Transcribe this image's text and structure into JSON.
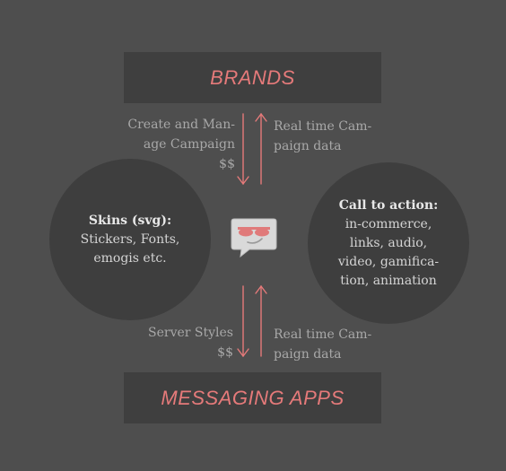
{
  "brands": {
    "label": "BRANDS"
  },
  "messaging_apps": {
    "label": "MESSAGING APPS"
  },
  "top_left": {
    "lines": [
      "Create and Man-",
      "age Campaign",
      "$$"
    ]
  },
  "top_right": {
    "lines": [
      "Real time Cam-",
      "paign data"
    ]
  },
  "bottom_left": {
    "lines": [
      "Server Styles",
      "$$"
    ]
  },
  "bottom_right": {
    "lines": [
      "Real time Cam-",
      "paign data"
    ]
  },
  "left_circle": {
    "heading": "Skins (svg):",
    "lines": [
      "Stickers, Fonts,",
      "emogis etc."
    ]
  },
  "right_circle": {
    "heading": "Call to action:",
    "lines": [
      "in-commerce,",
      "links, audio,",
      "video, gamifica-",
      "tion, animation"
    ]
  },
  "center_icon": {
    "icon": "chat-sunglasses-icon"
  },
  "colors": {
    "accent": "#e57a7a",
    "background": "#4e4e4e",
    "box": "#3f3f3f",
    "circle": "#3e3e3e"
  }
}
